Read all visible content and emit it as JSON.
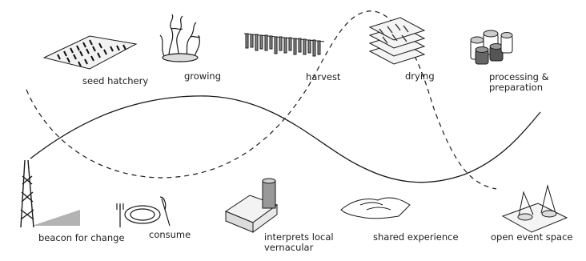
{
  "stages": {
    "seed_hatchery": "seed hatchery",
    "growing": "growing",
    "harvest": "harvest",
    "drying": "drying",
    "processing": "processing &\npreparation"
  },
  "outcomes": {
    "beacon": "beacon for change",
    "consume": "consume",
    "vernacular": "interprets local\nvernacular",
    "shared": "shared experience",
    "event_space": "open event space"
  },
  "colors": {
    "ink": "#1a1a1a",
    "shadow": "#8a8a8a",
    "background": "#ffffff"
  }
}
